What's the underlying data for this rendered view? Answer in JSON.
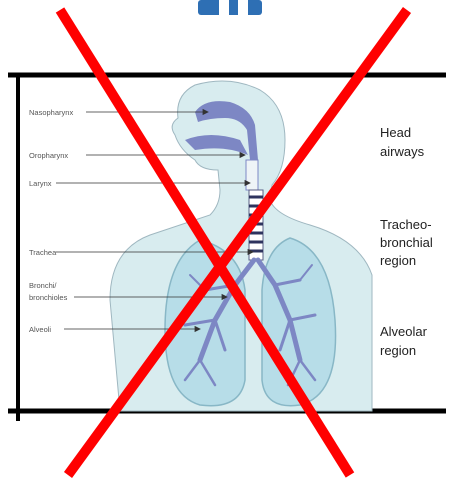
{
  "labels_left": [
    "Nasopharynx",
    "Oropharynx",
    "Larynx",
    "Trachea",
    "Bronchi/",
    "bronchioles",
    "Alveoli"
  ],
  "regions": {
    "head": [
      "Head",
      "airways"
    ],
    "tracheo": [
      "Tracheo-",
      "bronchial",
      "region"
    ],
    "alveolar": [
      "Alveolar",
      "region"
    ]
  },
  "colors": {
    "cross": "#ff0000",
    "frame": "#000000",
    "body_fill": "#d8ecef",
    "airway_fill": "#7d87c4",
    "lung_fill": "#b7dde8",
    "bronchi": "#7d87c4",
    "top_icon": "#2e6fb4"
  },
  "icons": [
    "top-partial-icon",
    "red-cross-mark"
  ]
}
